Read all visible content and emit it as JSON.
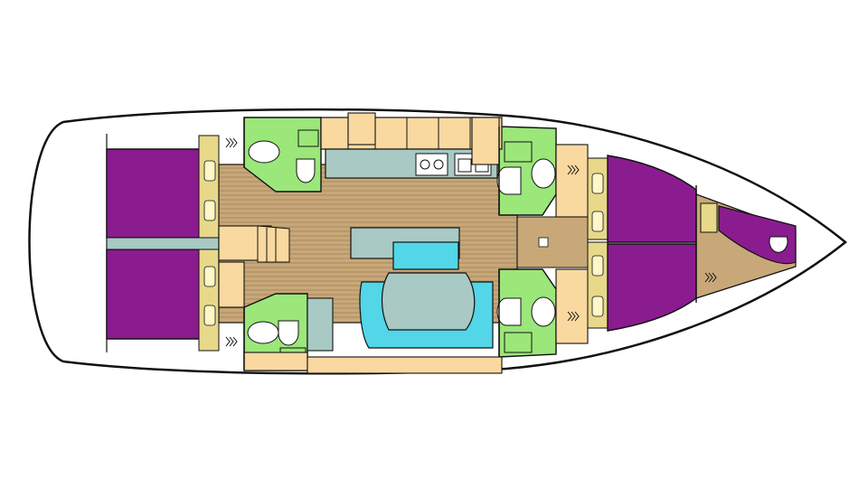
{
  "colors": {
    "background": "#ffffff",
    "outline": "#111111",
    "hull": "#ffffff",
    "cabin": "#8a1c8f",
    "head": "#9be77a",
    "wood": "#fad9a0",
    "floor": "#c8a878",
    "floor_line": "#8a6a46",
    "counter": "#a9c9c4",
    "seat": "#52d6e8",
    "table": "#a9c9c4",
    "locker": "#e8d88a",
    "locker_light": "#fff7c8"
  },
  "icons": [
    "cabin-berth",
    "head-basin-icon",
    "head-toilet-icon",
    "stove-icon",
    "sink-icon",
    "companionway-stairs-icon",
    "saloon-table",
    "saloon-settee",
    "hatch-arrows-icon"
  ]
}
